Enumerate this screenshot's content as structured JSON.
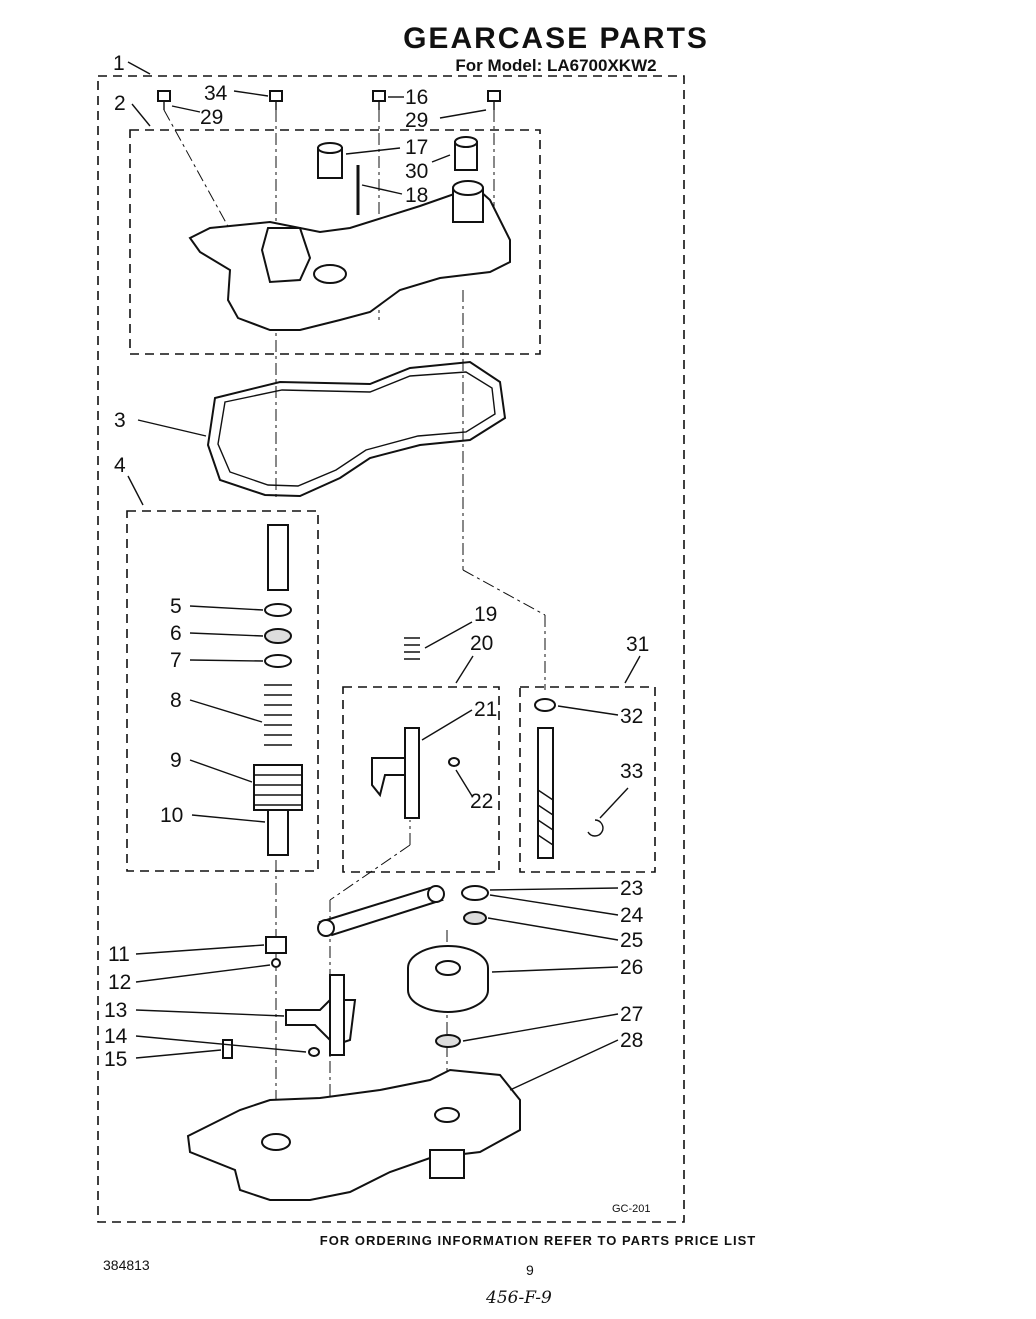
{
  "header": {
    "title": "GEARCASE PARTS",
    "subtitle": "For Model: LA6700XKW2"
  },
  "callouts": [
    "1",
    "2",
    "3",
    "4",
    "5",
    "6",
    "7",
    "8",
    "9",
    "10",
    "11",
    "12",
    "13",
    "14",
    "15",
    "16",
    "17",
    "18",
    "19",
    "20",
    "21",
    "22",
    "23",
    "24",
    "25",
    "26",
    "27",
    "28",
    "29",
    "29",
    "30",
    "31",
    "32",
    "33",
    "34"
  ],
  "diagram_code": "GC-201",
  "footer": {
    "note": "FOR ORDERING INFORMATION REFER TO PARTS PRICE LIST",
    "doc_number": "384813",
    "page_number": "9",
    "handwritten": "456-F-9"
  }
}
